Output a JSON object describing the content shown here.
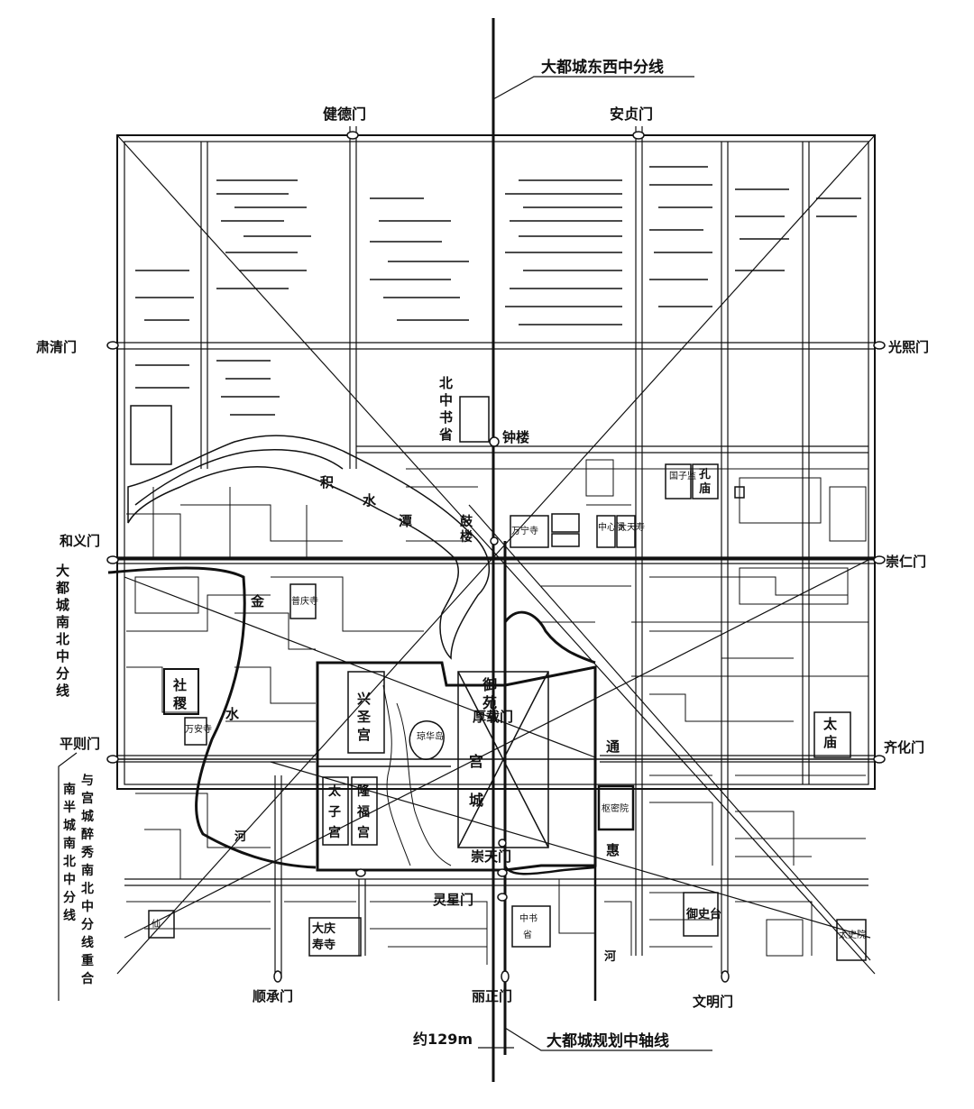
{
  "gates": {
    "jiande": "健德门",
    "anzhen": "安贞门",
    "suqing": "肃清门",
    "guangxi": "光熙门",
    "heyi": "和义门",
    "chongren": "崇仁门",
    "pingze": "平则门",
    "qihua": "齐化门",
    "shuncheng": "顺承门",
    "lizheng": "丽正门",
    "wenming": "文明门"
  },
  "axis_labels": {
    "east_west_midline": "大都城东西中分线",
    "planning_axis": "大都城规划中轴线",
    "offset": "约129m",
    "north_south_midline": [
      "大",
      "都",
      "城",
      "南",
      "北",
      "中",
      "分",
      "线"
    ],
    "note_col1": [
      "与",
      "宫",
      "城",
      "醉",
      "秀",
      "南",
      "北",
      "中",
      "分",
      "线",
      "重",
      "合"
    ],
    "note_col2": [
      "南",
      "半",
      "城",
      "南",
      "北",
      "中",
      "分",
      "线"
    ]
  },
  "places": {
    "bei": "北",
    "zhong": "中",
    "shu": "书",
    "sheng": "省",
    "zhonglou": "钟楼",
    "guozijian": "国子监",
    "kongmiao_1": "孔",
    "kongmiao_2": "庙",
    "jishuitan": [
      "积",
      "水",
      "潭"
    ],
    "gulou_1": "鼓",
    "gulou_2": "楼",
    "wanning": "万宁寺",
    "zhongxinge": "中心阁",
    "tianshi": "大天寿",
    "jin": "金",
    "dasheng": "普庆寺",
    "sheji_1": "社",
    "sheji_2": "稷",
    "wanan": "万安寺",
    "shui": "水",
    "xingsheng": [
      "兴",
      "圣",
      "宫"
    ],
    "yuyuan_1": "御",
    "yuyuan_2": "苑",
    "houzai": "厚载门",
    "gong": "宫",
    "cheng": "城",
    "taimiao_1": "太",
    "taimiao_2": "庙",
    "tong": "通",
    "hui": "惠",
    "taizigong": [
      "太",
      "子",
      "宫"
    ],
    "longfu": [
      "隆",
      "福",
      "宫"
    ],
    "shumiyuan": "枢密院",
    "chongtian": "崇天门",
    "lingxing": "灵星门",
    "he_west": "河",
    "he_south": "河",
    "daqing_1": "大庆",
    "daqing_2": "寿寺",
    "zhongshusheng": [
      "中书",
      "省"
    ],
    "yushitai": "御史台",
    "taiyi": "太史院",
    "xian": "仙",
    "qiongyu": "琼华岛"
  }
}
